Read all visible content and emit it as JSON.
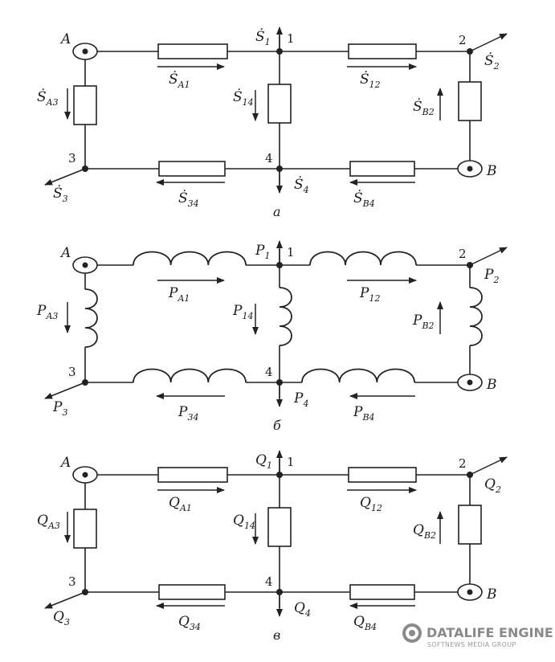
{
  "diagrams": [
    {
      "caption": "а",
      "nodes": {
        "A": "A",
        "B": "B",
        "n1": "1",
        "n2": "2",
        "n3": "3",
        "n4": "4"
      },
      "branches": {
        "A1": "Ṡ_A1",
        "12": "Ṡ_12",
        "14": "Ṡ_14",
        "A3": "Ṡ_A3",
        "B2": "Ṡ_B2",
        "34": "Ṡ_34",
        "B4": "Ṡ_B4"
      },
      "loads": {
        "1": "Ṡ_1",
        "2": "Ṡ_2",
        "3": "Ṡ_3",
        "4": "Ṡ_4"
      }
    },
    {
      "caption": "б",
      "nodes": {
        "A": "A",
        "B": "B",
        "n1": "1",
        "n2": "2",
        "n3": "3",
        "n4": "4"
      },
      "branches": {
        "A1": "P_A1",
        "12": "P_12",
        "14": "P_14",
        "A3": "P_A3",
        "B2": "P_B2",
        "34": "P_34",
        "B4": "P_B4"
      },
      "loads": {
        "1": "P_1",
        "2": "P_2",
        "3": "P_3",
        "4": "P_4"
      }
    },
    {
      "caption": "в",
      "nodes": {
        "A": "A",
        "B": "B",
        "n1": "1",
        "n2": "2",
        "n3": "3",
        "n4": "4"
      },
      "branches": {
        "A1": "Q_A1",
        "12": "Q_12",
        "14": "Q_14",
        "A3": "Q_A3",
        "B2": "Q_B2",
        "34": "Q_34",
        "B4": "Q_B4"
      },
      "loads": {
        "1": "Q_1",
        "2": "Q_2",
        "3": "Q_3",
        "4": "Q_4"
      }
    }
  ],
  "watermark": {
    "title": "DATALIFE ENGINE",
    "subtitle": "SOFTNEWS MEDIA GROUP"
  }
}
